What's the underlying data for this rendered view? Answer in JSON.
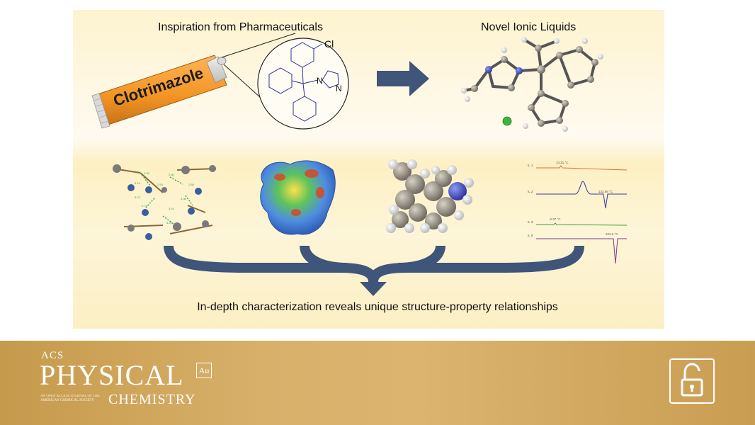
{
  "header": {
    "left_title": "Inspiration from Pharmaceuticals",
    "right_title": "Novel Ionic Liquids"
  },
  "tube_label": "Clotrimazole",
  "structure_labels": {
    "chloro": "Cl",
    "n1": "N",
    "n3": "N"
  },
  "dsc": {
    "traces": [
      {
        "label": "IL 1",
        "peak_label": "14.31 °C",
        "color": "#e0712a"
      },
      {
        "label": "IL 2",
        "peak_label": "132.69 °C",
        "color": "#3a3a9c"
      },
      {
        "label": "IL 3",
        "peak_label": "-2.37 °C",
        "color": "#3b9a3b"
      },
      {
        "label": "IL 9",
        "peak_label": "103.3 °C",
        "color": "#7a3a8c"
      }
    ]
  },
  "hbond_labels": [
    "2.93",
    "2.80",
    "3.19",
    "2.93",
    "2.88",
    "3.24",
    "3.08",
    "2.73",
    "3.16",
    "3.21"
  ],
  "caption": "In-depth characterization reveals unique structure-property relationships",
  "footer": {
    "journal_acs": "ACS",
    "journal_physical": "PHYSICAL",
    "journal_chemistry": "CHEMISTRY",
    "journal_au": "Au",
    "journal_small": "AN OPEN ACCESS JOURNAL OF THE AMERICAN CHEMICAL SOCIETY",
    "icon": "open-lock-icon"
  },
  "colors": {
    "arrow": "#3f5579",
    "tube": "#f39a2e",
    "footer": "#d4aa62"
  }
}
